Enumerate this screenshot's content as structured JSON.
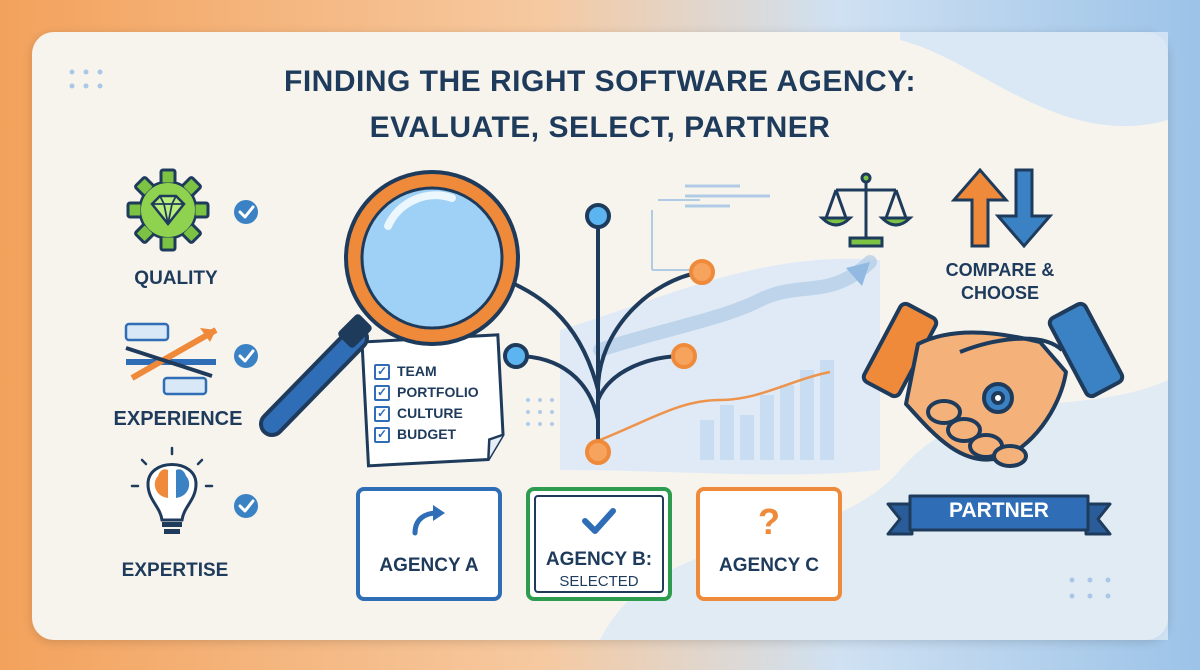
{
  "title": {
    "line1": "FINDING THE RIGHT SOFTWARE AGENCY:",
    "line2": "EVALUATE, SELECT, PARTNER"
  },
  "criteria": [
    {
      "label": "QUALITY",
      "icon": "gear-diamond-icon"
    },
    {
      "label": "EXPERIENCE",
      "icon": "growth-arrows-icon"
    },
    {
      "label": "EXPERTISE",
      "icon": "brain-lightbulb-icon"
    }
  ],
  "checklist": [
    "TEAM",
    "PORTFOLIO",
    "CULTURE",
    "BUDGET"
  ],
  "agencies": [
    {
      "name": "AGENCY A",
      "sub": "",
      "icon": "arrow-icon",
      "color": "#2f6db6"
    },
    {
      "name": "AGENCY B:",
      "sub": "SELECTED",
      "icon": "checkmark-icon",
      "color": "#2e9c4f"
    },
    {
      "name": "AGENCY C",
      "sub": "",
      "icon": "question-icon",
      "color": "#ef8a3a"
    }
  ],
  "compare": {
    "line1": "COMPARE &",
    "line2": "CHOOSE"
  },
  "partner": {
    "label": "PARTNER"
  },
  "colors": {
    "navy": "#1f3b5c",
    "blue": "#2f6db6",
    "orange": "#ef8a3a",
    "green": "#2e9c4f",
    "check_blue": "#3b82c4"
  }
}
